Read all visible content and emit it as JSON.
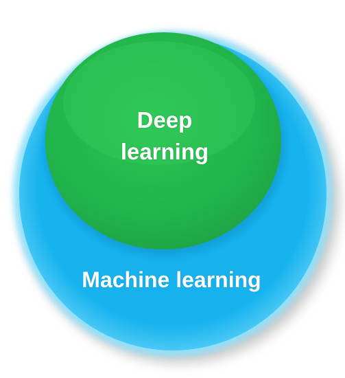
{
  "diagram": {
    "outer_label": "Machine learning",
    "inner_label_line1": "Deep",
    "inner_label_line2": "learning"
  },
  "colors": {
    "outer_fill": "#16b2ee",
    "outer_glow": "#7fdcfb",
    "inner_fill": "#21b34a",
    "inner_highlight": "#3fd468",
    "inner_edge": "#17933a",
    "text": "#ffffff"
  }
}
